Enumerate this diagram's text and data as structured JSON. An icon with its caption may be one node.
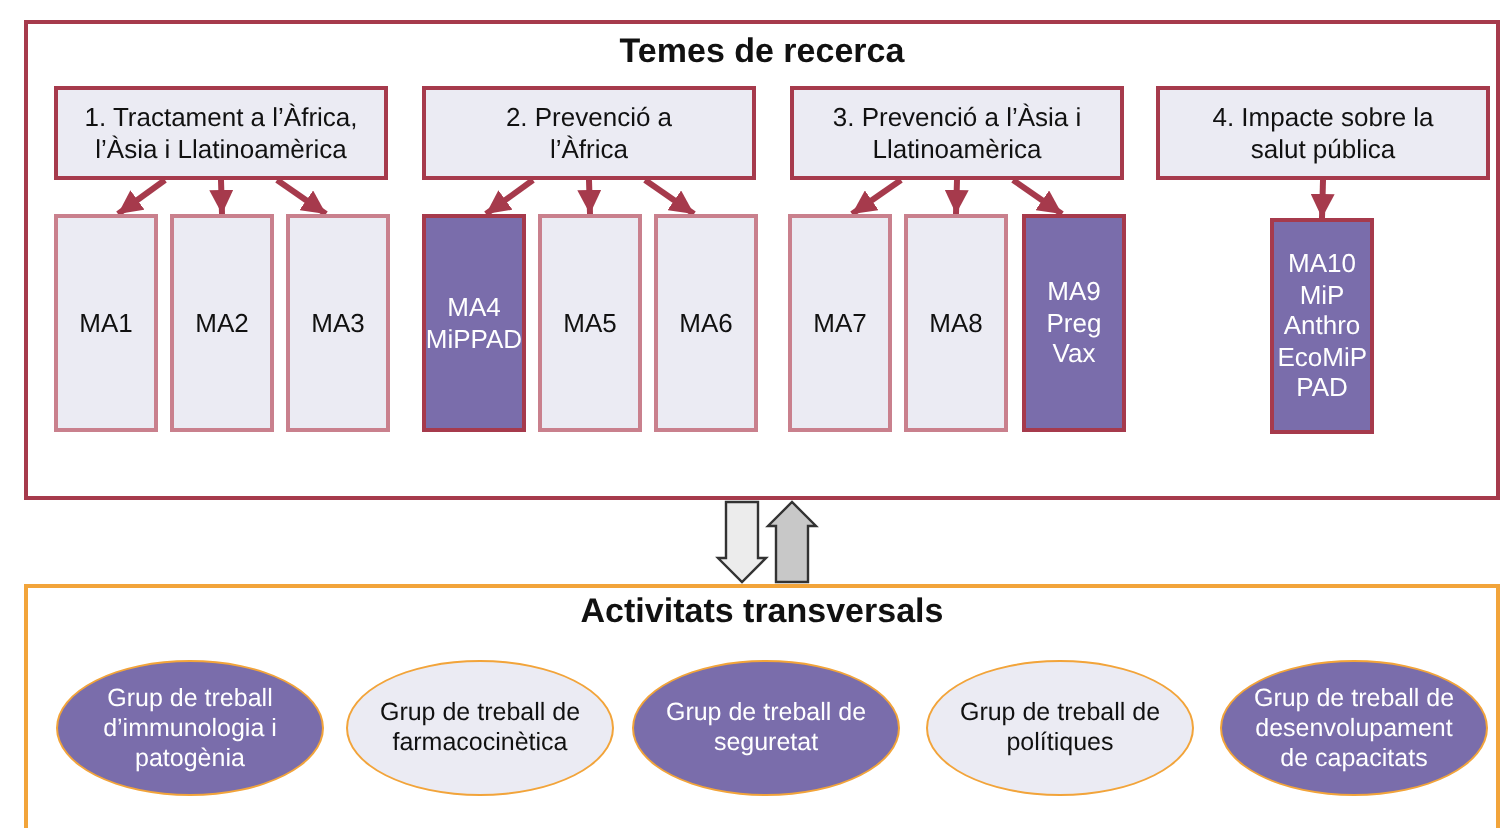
{
  "diagram": {
    "nodes": [
      {
        "text": [
          "Temes de recerca"
        ]
      },
      {
        "text": [
          "1. Tractament a l’Àfrica, l’Àsia i Llatinoamèrica"
        ],
        "in": 0
      },
      {
        "text": [
          "2. Prevenció a l’Àfrica"
        ],
        "in": 0
      },
      {
        "text": [
          "3. Prevenció a l’Àsia i Llatinoamèrica"
        ],
        "in": 0
      },
      {
        "text": [
          "4. Impacte sobre la salut pública"
        ],
        "in": 0
      },
      {
        "text": [
          "MA1"
        ],
        "in": 0
      },
      {
        "text": [
          "MA2"
        ],
        "in": 0
      },
      {
        "text": [
          "MA3"
        ],
        "in": 0
      },
      {
        "text": [
          "MA4 MiPPAD"
        ],
        "in": 0
      },
      {
        "text": [
          "MA5"
        ],
        "in": 0
      },
      {
        "text": [
          "MA6"
        ],
        "in": 0
      },
      {
        "text": [
          "MA7"
        ],
        "in": 0
      },
      {
        "text": [
          "MA8"
        ],
        "in": 0
      },
      {
        "text": [
          "MA9 Preg Vax"
        ],
        "in": 0
      },
      {
        "text": [
          "MA10 MiP Anthro EcoMiP PAD"
        ],
        "in": 0
      },
      {
        "text": [
          "Activitats transversals"
        ]
      },
      {
        "text": [
          "Grup de treball d’immunologia i patogènia"
        ],
        "in": 15
      },
      {
        "text": [
          "Grup de treball de farmacocinètica"
        ],
        "in": 15
      },
      {
        "text": [
          "Grup de treball de seguretat"
        ],
        "in": 15
      },
      {
        "text": [
          "Grup de treball de polítiques"
        ],
        "in": 15
      },
      {
        "text": [
          "Grup de treball de desenvolupament de capacitats"
        ],
        "in": 15
      }
    ],
    "edges": [
      {
        "from": 0,
        "to": 15,
        "arrow": "to",
        "style": "thick",
        "color": "#ececec"
      },
      {
        "from": 15,
        "to": 0,
        "arrow": "to",
        "style": "thick",
        "color": "#c8c8c8"
      },
      {
        "from": 1,
        "to": 5,
        "arrow": "to"
      },
      {
        "from": 1,
        "to": 6,
        "arrow": "to"
      },
      {
        "from": 1,
        "to": 7,
        "arrow": "to"
      },
      {
        "from": 2,
        "to": 8,
        "arrow": "to"
      },
      {
        "from": 2,
        "to": 9,
        "arrow": "to"
      },
      {
        "from": 2,
        "to": 10,
        "arrow": "to"
      },
      {
        "from": 3,
        "to": 11,
        "arrow": "to"
      },
      {
        "from": 3,
        "to": 12,
        "arrow": "to"
      },
      {
        "from": 3,
        "to": 13,
        "arrow": "to"
      },
      {
        "from": 4,
        "to": 14,
        "arrow": "to"
      }
    ]
  }
}
